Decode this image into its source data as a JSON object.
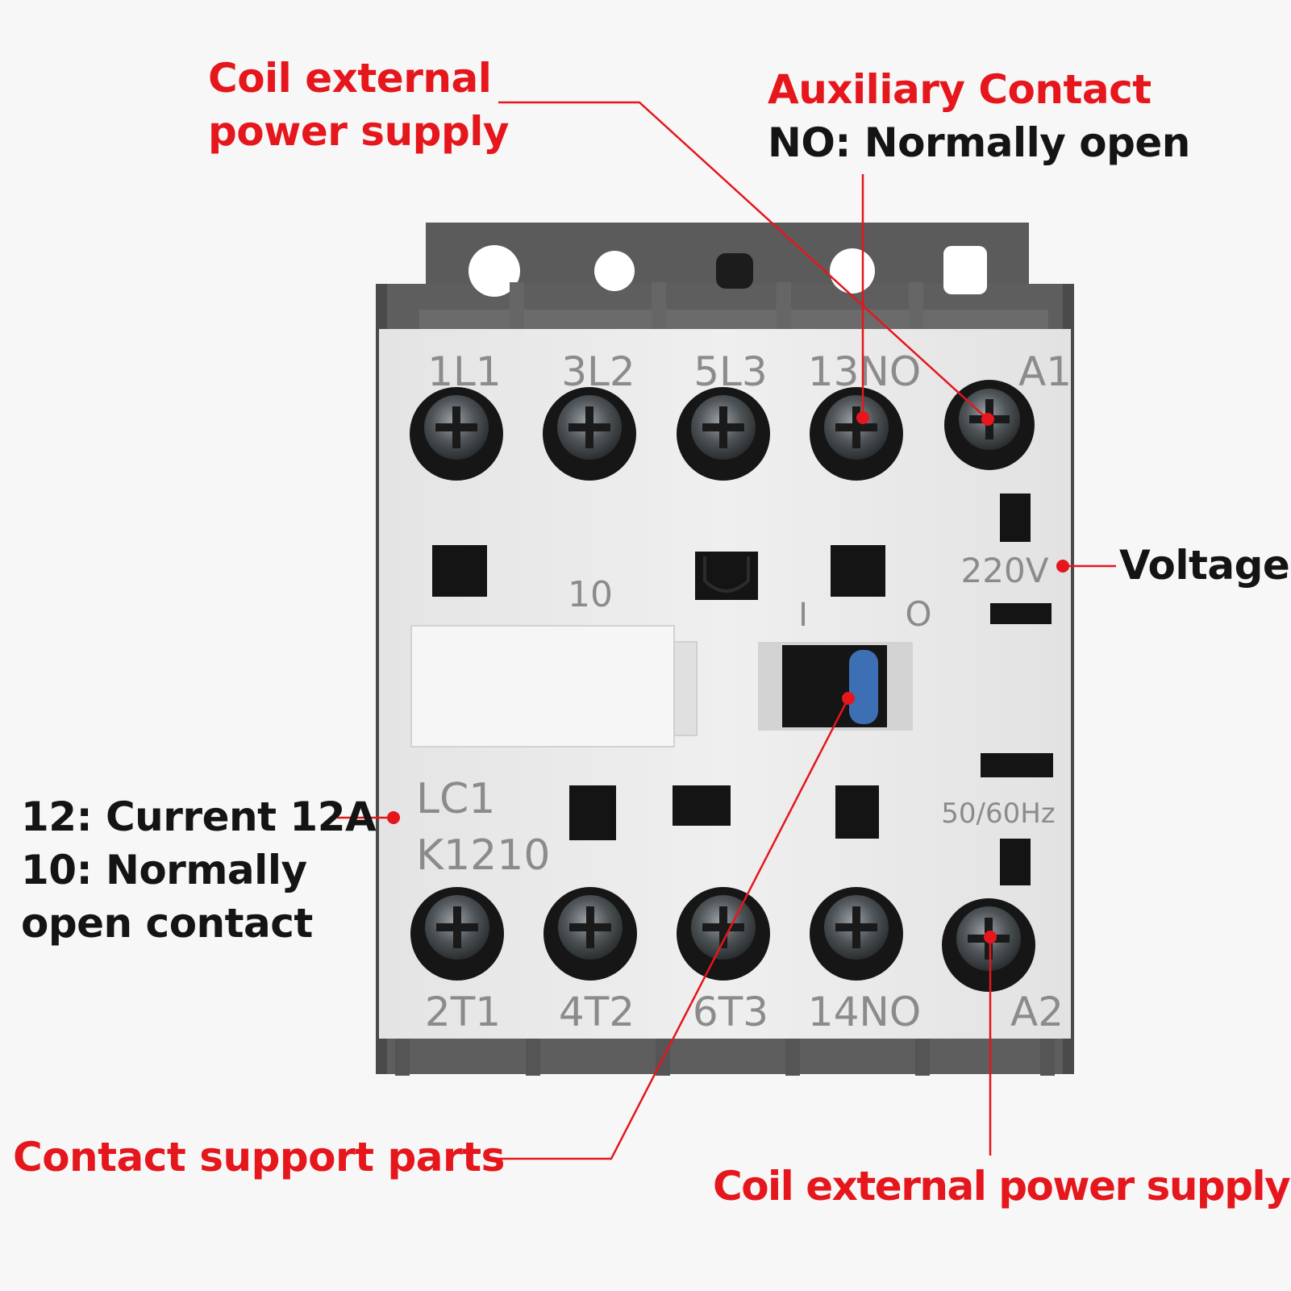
{
  "labels": {
    "coil_top": [
      "Coil external",
      "power supply"
    ],
    "aux_title": "Auxiliary Contact",
    "aux_sub": "NO: Normally open",
    "voltage": "Voltage",
    "model_desc": [
      "12: Current 12A",
      "10: Normally",
      "open contact"
    ],
    "contact_support": "Contact support parts",
    "coil_bottom": "Coil external power supply"
  },
  "device": {
    "top_terminals": [
      "1L1",
      "3L2",
      "5L3",
      "13NO",
      "A1"
    ],
    "bottom_terminals": [
      "2T1",
      "4T2",
      "6T3",
      "14NO",
      "A2"
    ],
    "aux_code": "10",
    "switch_on": "I",
    "switch_off": "O",
    "voltage_rating": "220V",
    "frequency": "50/60Hz",
    "model_line1": "LC1",
    "model_line2": "K1210"
  },
  "colors": {
    "callout_red": "#e5161c",
    "text_black": "#141414",
    "body_white": "#ececec",
    "housing_gray": "#5f5f5f",
    "indicator_blue": "#3d6fb5"
  }
}
